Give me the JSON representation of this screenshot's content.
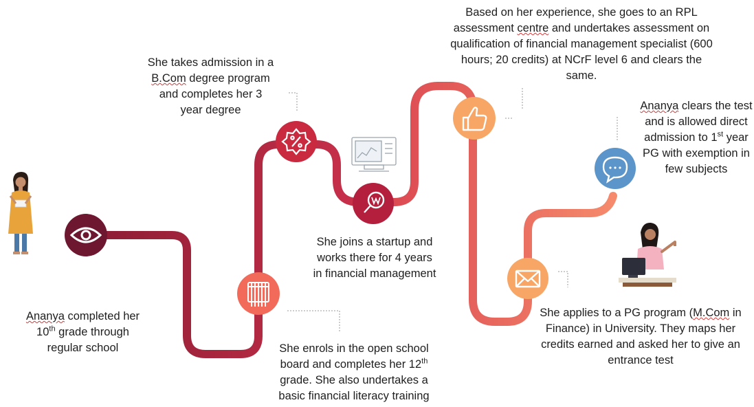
{
  "diagram": {
    "colors": {
      "dark_maroon": "#6e1730",
      "path_crimson": "#b0283f",
      "path_red": "#d2384b",
      "path_coral": "#f47c6c",
      "path_orange": "#f6a46a",
      "path_blue": "#5b95c9",
      "node_maroon": "#6e1730",
      "node_coral": "#f26a5a",
      "node_crimson": "#c92a40",
      "node_magenta": "#b41f3d",
      "node_orange": "#f7a665",
      "node_blue": "#5b95c9"
    },
    "nodes": [
      {
        "id": "n1",
        "icon": "eye-icon"
      },
      {
        "id": "n2",
        "icon": "abacus-icon"
      },
      {
        "id": "n3",
        "icon": "discount-badge-icon"
      },
      {
        "id": "n4",
        "icon": "magnifier-w-icon"
      },
      {
        "id": "n5",
        "icon": "thumbs-up-icon"
      },
      {
        "id": "n6",
        "icon": "envelope-icon"
      },
      {
        "id": "n7",
        "icon": "chat-bubble-icon"
      }
    ],
    "steps": [
      {
        "id": "step1",
        "pre": "",
        "underlined": "Ananya",
        "text": " completed her 10",
        "sup": "th",
        "post": " grade through regular school"
      },
      {
        "id": "step2",
        "text": "She enrols in the open school board and completes her 12",
        "sup": "th",
        "post": " grade. She also undertakes a basic financial literacy training"
      },
      {
        "id": "step3",
        "text_a": "She takes admission in a ",
        "underlined": "B.Com",
        "text_b": " degree program and completes her 3 year degree"
      },
      {
        "id": "step4",
        "text": "She joins a startup and works there for 4 years in financial management"
      },
      {
        "id": "step5",
        "text_a": "Based on her experience, she goes to an RPL assessment ",
        "underlined": "centre",
        "text_b": " and undertakes assessment on qualification of financial management specialist (600 hours; 20 credits) at NCrF level 6 and clears the same."
      },
      {
        "id": "step6",
        "text_a": "She applies to a PG program (",
        "underlined": "M.Com",
        "text_b": " in Finance) in University. They maps her credits earned and asked her to give an entrance test"
      },
      {
        "id": "step7",
        "underlined": "Ananya",
        "text_a": " clears the test and is allowed direct admission to 1",
        "sup": "st",
        "text_b": " year PG with exemption in few subjects"
      }
    ]
  }
}
